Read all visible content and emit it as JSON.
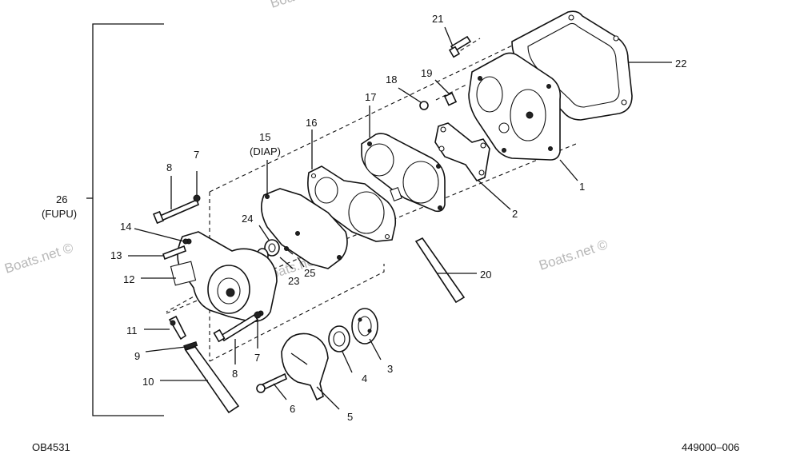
{
  "diagram": {
    "watermarks": [
      "Boats.net ©",
      "Boats.net ©",
      "Boats.net ©",
      "Boats.net ©"
    ],
    "footer_left": "OB4531",
    "footer_right": "449000–006",
    "callouts": [
      {
        "id": "1",
        "text": "1"
      },
      {
        "id": "2",
        "text": "2"
      },
      {
        "id": "3",
        "text": "3"
      },
      {
        "id": "4",
        "text": "4"
      },
      {
        "id": "5",
        "text": "5"
      },
      {
        "id": "6",
        "text": "6"
      },
      {
        "id": "7a",
        "text": "7"
      },
      {
        "id": "7b",
        "text": "7"
      },
      {
        "id": "8a",
        "text": "8"
      },
      {
        "id": "8b",
        "text": "8"
      },
      {
        "id": "9",
        "text": "9"
      },
      {
        "id": "10",
        "text": "10"
      },
      {
        "id": "11",
        "text": "11"
      },
      {
        "id": "12",
        "text": "12"
      },
      {
        "id": "13",
        "text": "13"
      },
      {
        "id": "14",
        "text": "14"
      },
      {
        "id": "15",
        "text": "15"
      },
      {
        "id": "15s",
        "text": "(DIAP)"
      },
      {
        "id": "16",
        "text": "16"
      },
      {
        "id": "17",
        "text": "17"
      },
      {
        "id": "18",
        "text": "18"
      },
      {
        "id": "19",
        "text": "19"
      },
      {
        "id": "20",
        "text": "20"
      },
      {
        "id": "21",
        "text": "21"
      },
      {
        "id": "22",
        "text": "22"
      },
      {
        "id": "23",
        "text": "23"
      },
      {
        "id": "24",
        "text": "24"
      },
      {
        "id": "25",
        "text": "25"
      },
      {
        "id": "26",
        "text": "26"
      },
      {
        "id": "26s",
        "text": "(FUPU)"
      }
    ]
  }
}
